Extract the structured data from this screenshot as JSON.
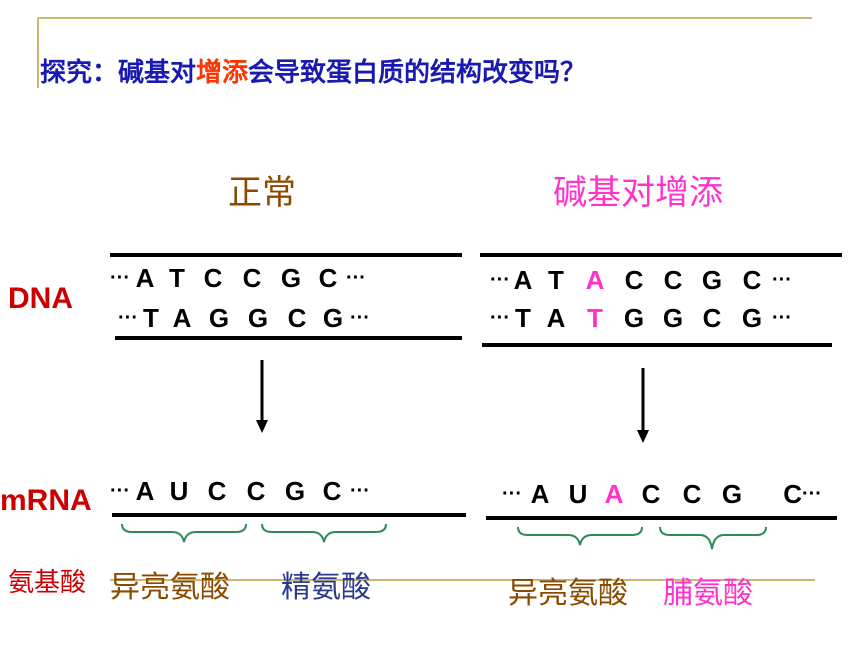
{
  "title": {
    "part1": "探究：碱基对",
    "highlight": "增添",
    "part2": "会导致蛋白质的结构改变吗？"
  },
  "labels": {
    "dna": "DNA",
    "mrna": "mRNA",
    "amino_acid": "氨基酸"
  },
  "normal": {
    "heading": "正常",
    "dna_top": [
      "A",
      "T",
      "C",
      "C",
      "G",
      "C"
    ],
    "dna_bottom": [
      "T",
      "A",
      "G",
      "G",
      "C",
      "G"
    ],
    "mrna": [
      "A",
      "U",
      "C",
      "C",
      "G",
      "C"
    ],
    "amino_acids": [
      "异亮氨酸",
      "精氨酸"
    ]
  },
  "insertion": {
    "heading": "碱基对增添",
    "dna_top": [
      "A",
      "T",
      "A",
      "C",
      "C",
      "G",
      "C"
    ],
    "dna_bottom": [
      "T",
      "A",
      "T",
      "G",
      "G",
      "C",
      "G"
    ],
    "mrna": [
      "A",
      "U",
      "A",
      "C",
      "C",
      "G",
      "C"
    ],
    "amino_acids": [
      "异亮氨酸",
      "脯氨酸"
    ]
  },
  "ellipsis": "···",
  "colors": {
    "title": "#1a1ab0",
    "title_highlight": "#ff3300",
    "label": "#cc0000",
    "normal_heading": "#8b4a00",
    "insertion_heading": "#ff33cc",
    "inserted_base": "#ff33cc",
    "brace": "#2e8b57",
    "amino_acid_1": "#8b4a00",
    "amino_acid_2": "#2b3a8f",
    "amino_acid_insert_2": "#ff33cc",
    "frame": "#c8b870"
  }
}
